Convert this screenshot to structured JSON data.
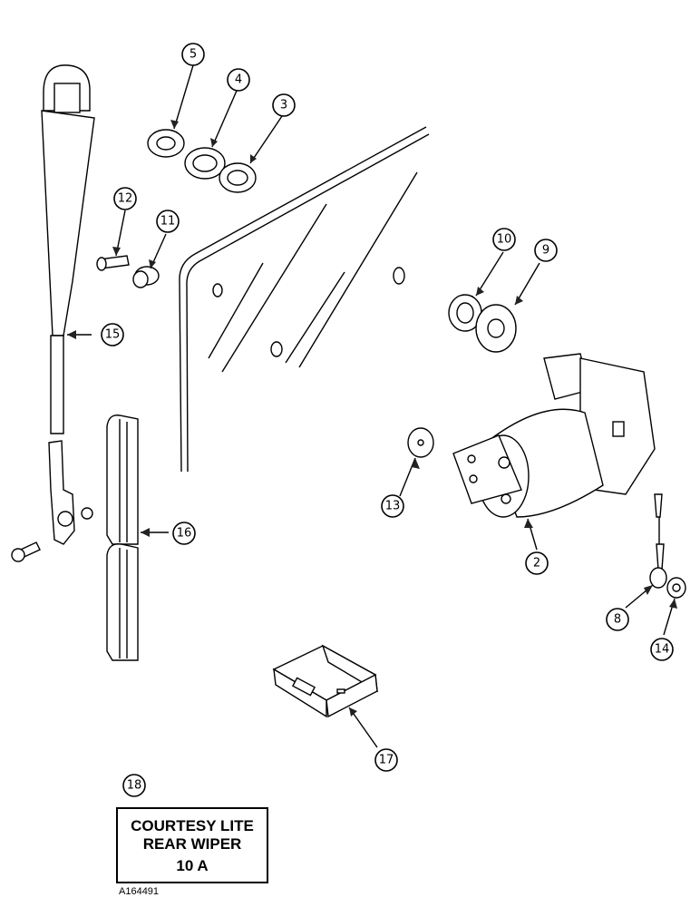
{
  "callouts": {
    "c2": "2",
    "c3": "3",
    "c4": "4",
    "c5": "5",
    "c8": "8",
    "c9": "9",
    "c10": "10",
    "c11": "11",
    "c12": "12",
    "c13": "13",
    "c14": "14",
    "c15": "15",
    "c16": "16",
    "c17": "17",
    "c18": "18"
  },
  "fuse_label": {
    "line1": "COURTESY LITE",
    "line2": "REAR WIPER",
    "line3": "10 A"
  },
  "reference_code": "A164491"
}
